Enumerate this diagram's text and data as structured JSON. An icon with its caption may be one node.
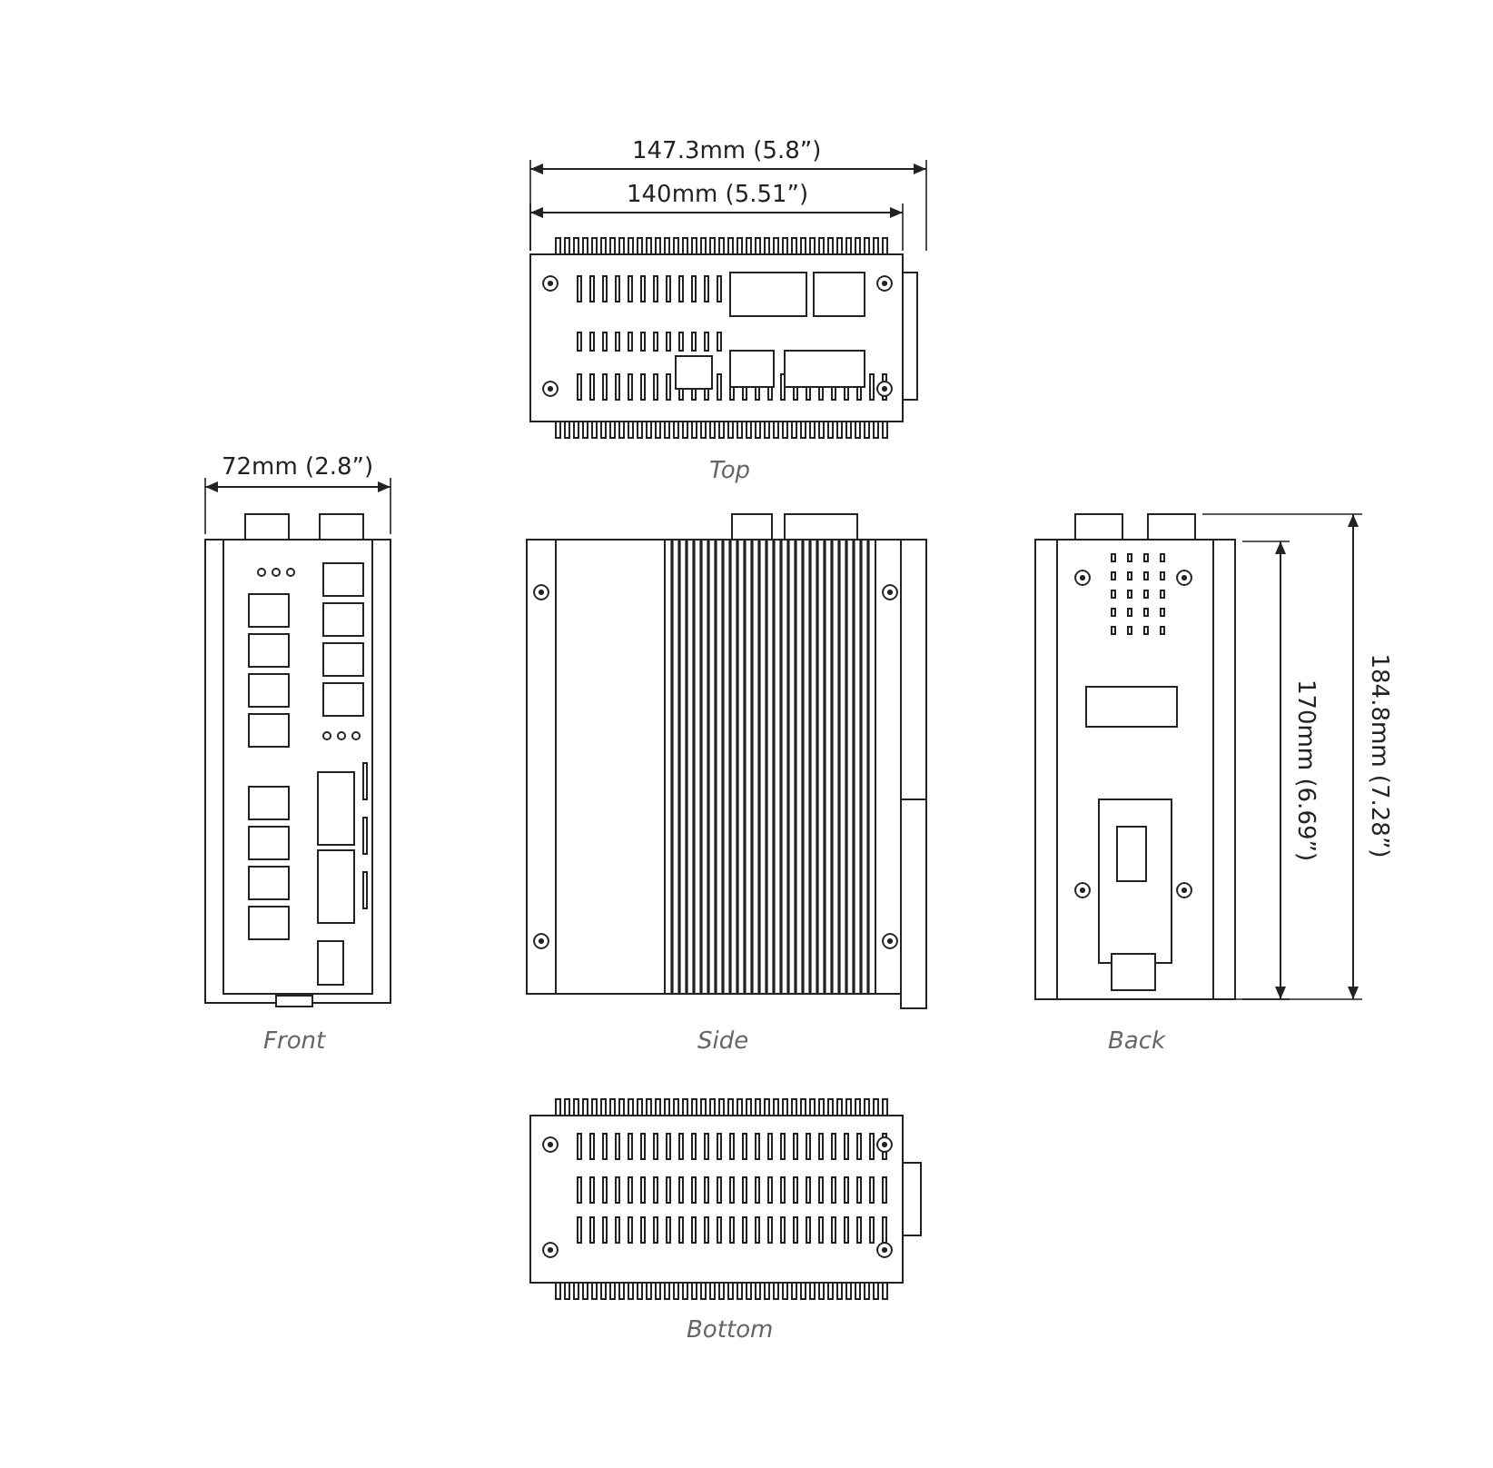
{
  "diagram": {
    "labels": [
      "147.3mm (5.8”)",
      "140mm (5.51”)",
      "72mm (2.8”)",
      "Top",
      "170mm (6.69”)",
      "184.8mm (7.28”)",
      "Front",
      "Side",
      "Back",
      "Bottom"
    ]
  }
}
